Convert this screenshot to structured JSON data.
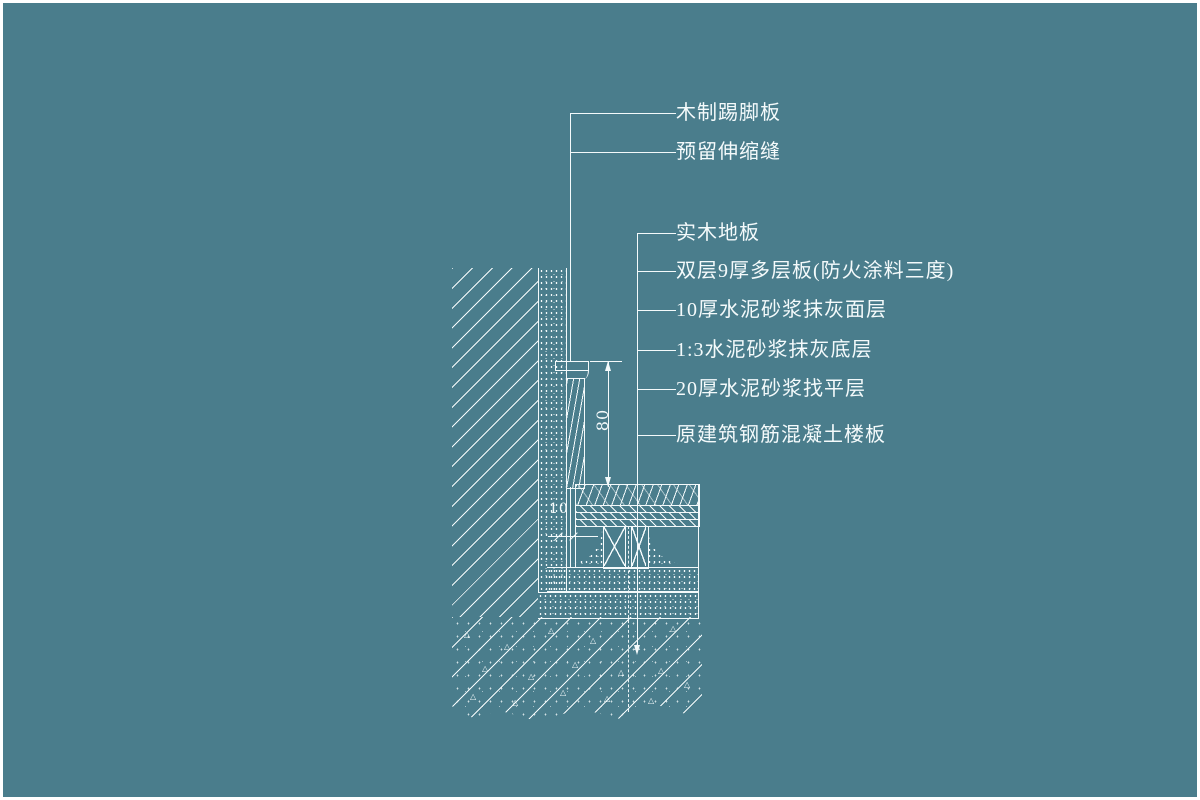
{
  "colors": {
    "background": "#4a7d8c",
    "line": "#f4fafb"
  },
  "callouts_top": [
    {
      "label": "木制踢脚板"
    },
    {
      "label": "预留伸缩缝"
    }
  ],
  "callouts_right": [
    {
      "label": "实木地板"
    },
    {
      "label": "双层9厚多层板(防火涂料三度)"
    },
    {
      "label": "10厚水泥砂浆抹灰面层"
    },
    {
      "label": "1:3水泥砂浆抹灰底层"
    },
    {
      "label": "20厚水泥砂浆找平层"
    },
    {
      "label": "原建筑钢筋混凝土楼板"
    }
  ],
  "dimensions": {
    "skirting_height": "80",
    "expansion_gap": "10"
  }
}
